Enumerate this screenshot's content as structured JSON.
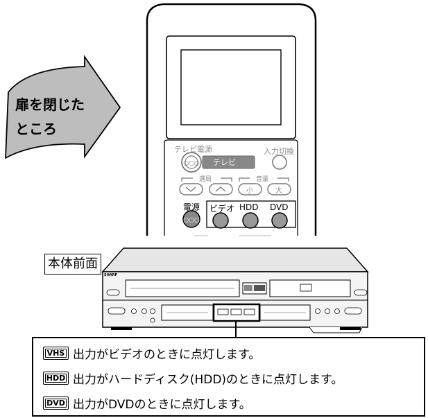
{
  "arrow_label": [
    "扉を閉じた",
    "ところ"
  ],
  "remote": {
    "tv_power_label": "テレビ電源",
    "input_switch_label": "入力切換",
    "tv_button_label": "テレビ",
    "channel_label": "選局",
    "volume_label": "音量",
    "vol_small": "小",
    "vol_large": "大",
    "power_label": "電源",
    "video_label": "ビデオ",
    "hdd_label": "HDD",
    "dvd_label": "DVD"
  },
  "front_panel_label": "本体前面",
  "brand_label": "SHARP",
  "callout": {
    "rows": [
      {
        "badge": "VHS",
        "text": "出力がビデオのときに点灯します。"
      },
      {
        "badge": "HDD",
        "text": "出力がハードディスク(HDD)のときに点灯します。"
      },
      {
        "badge": "DVD",
        "text": "出力がDVDのときに点灯します。"
      }
    ]
  }
}
